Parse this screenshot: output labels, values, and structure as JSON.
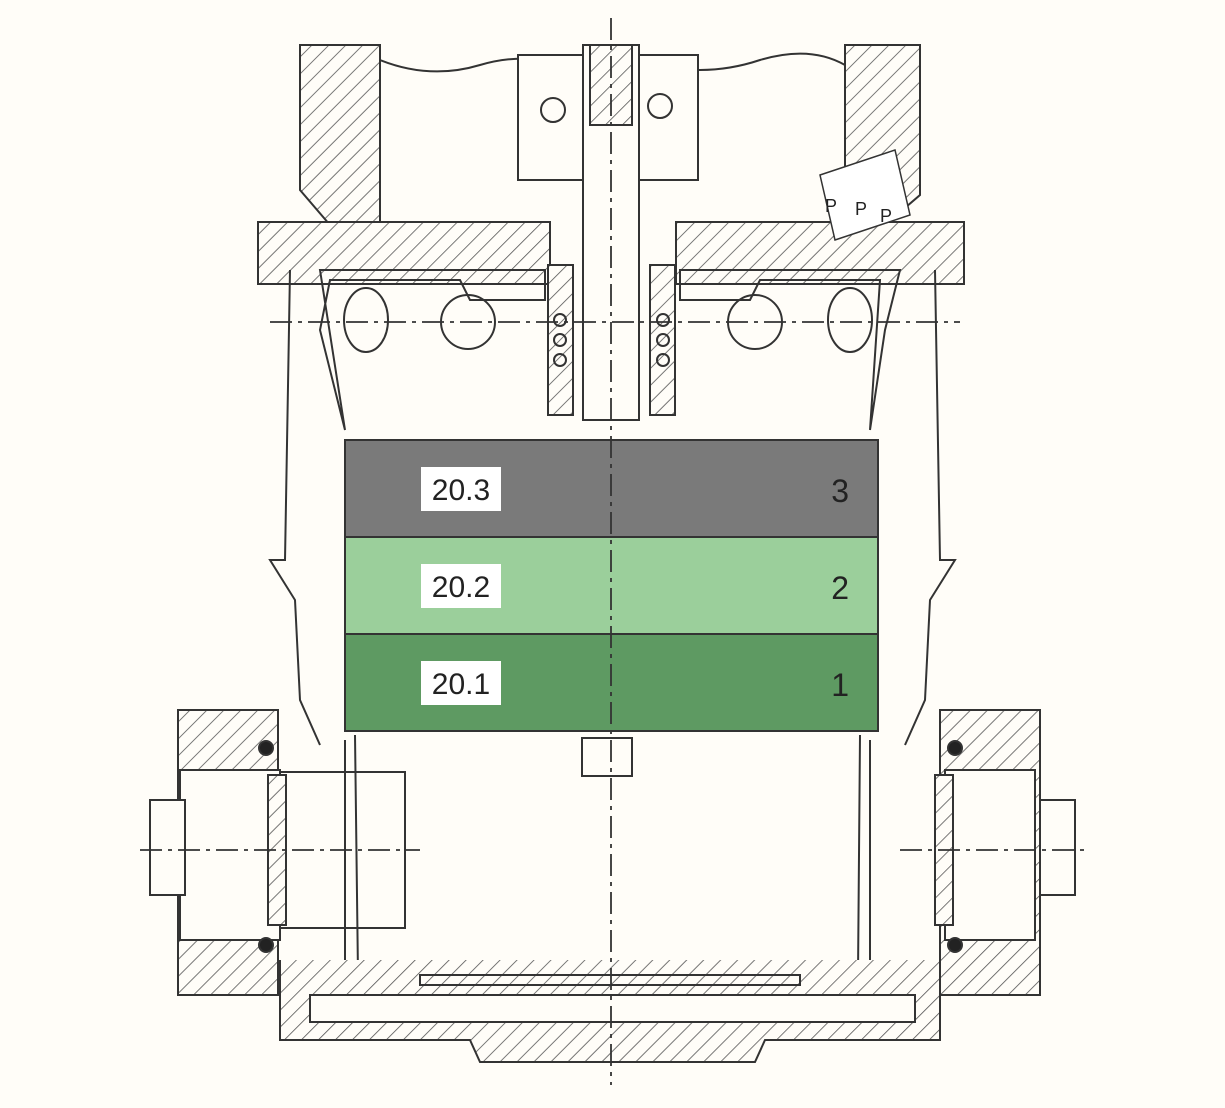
{
  "layers": [
    {
      "id": "20.3",
      "label": "20.3",
      "number": "3",
      "color": "#7a7a7a"
    },
    {
      "id": "20.2",
      "label": "20.2",
      "number": "2",
      "color": "#9bcf9b"
    },
    {
      "id": "20.1",
      "label": "20.1",
      "number": "1",
      "color": "#5e9a62"
    }
  ],
  "letter_markings": [
    "P",
    "P",
    "P"
  ],
  "colors": {
    "line": "#333333",
    "hatch": "#555555",
    "paper": "#fffdf8"
  }
}
